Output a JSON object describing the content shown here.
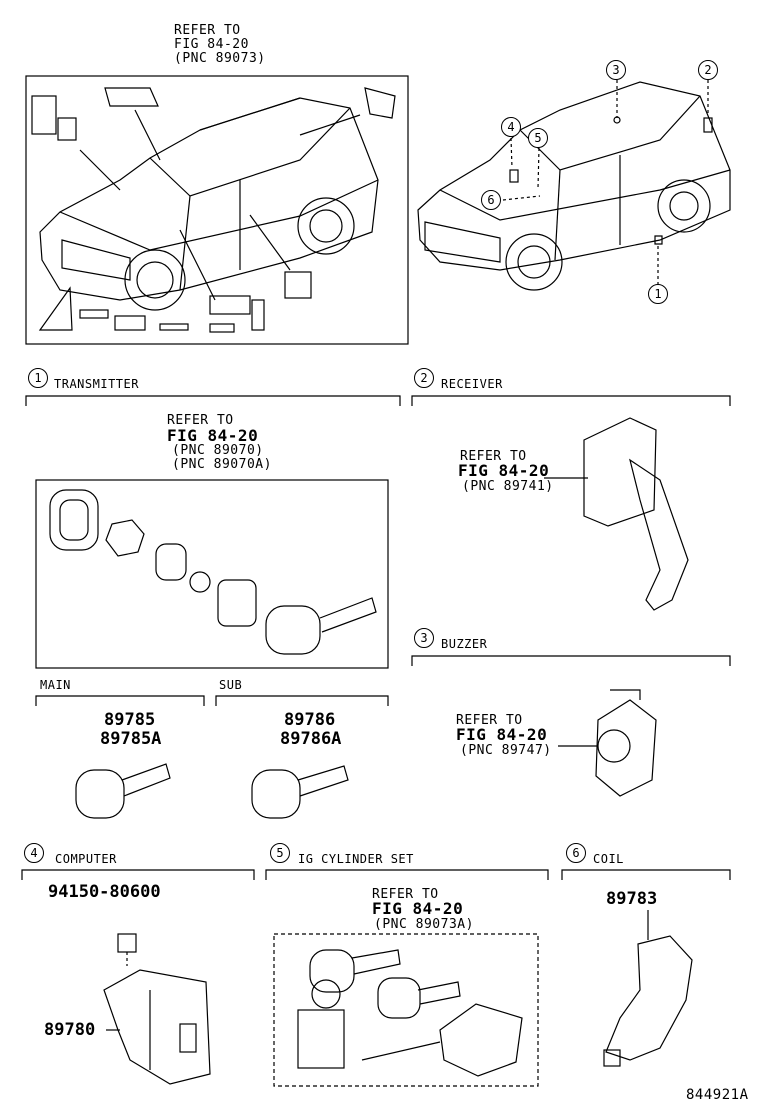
{
  "top_left": {
    "refer": [
      "REFER TO",
      "FIG 84-20",
      "(PNC 89073)"
    ]
  },
  "top_right": {
    "callouts": [
      "3",
      "2",
      "4",
      "5",
      "6",
      "1"
    ]
  },
  "sections": {
    "transmitter": {
      "num": "1",
      "label": "TRANSMITTER",
      "refer": [
        "REFER TO",
        "FIG 84-20",
        "(PNC 89070)",
        "(PNC 89070A)"
      ]
    },
    "receiver": {
      "num": "2",
      "label": "RECEIVER",
      "refer": [
        "REFER TO",
        "FIG 84-20",
        "(PNC 89741)"
      ]
    },
    "buzzer": {
      "num": "3",
      "label": "BUZZER",
      "refer": [
        "REFER TO",
        "FIG 84-20",
        "(PNC 89747)"
      ]
    },
    "main": {
      "label": "MAIN",
      "parts": [
        "89785",
        "89785A"
      ]
    },
    "sub": {
      "label": "SUB",
      "parts": [
        "89786",
        "89786A"
      ]
    },
    "computer": {
      "num": "4",
      "label": "COMPUTER",
      "parts": [
        "94150-80600",
        "89780"
      ]
    },
    "ig_cylinder": {
      "num": "5",
      "label": "IG CYLINDER SET",
      "refer": [
        "REFER TO",
        "FIG 84-20",
        "(PNC 89073A)"
      ]
    },
    "coil": {
      "num": "6",
      "label": "COIL",
      "parts": [
        "89783"
      ]
    }
  },
  "diagram_id": "844921A"
}
